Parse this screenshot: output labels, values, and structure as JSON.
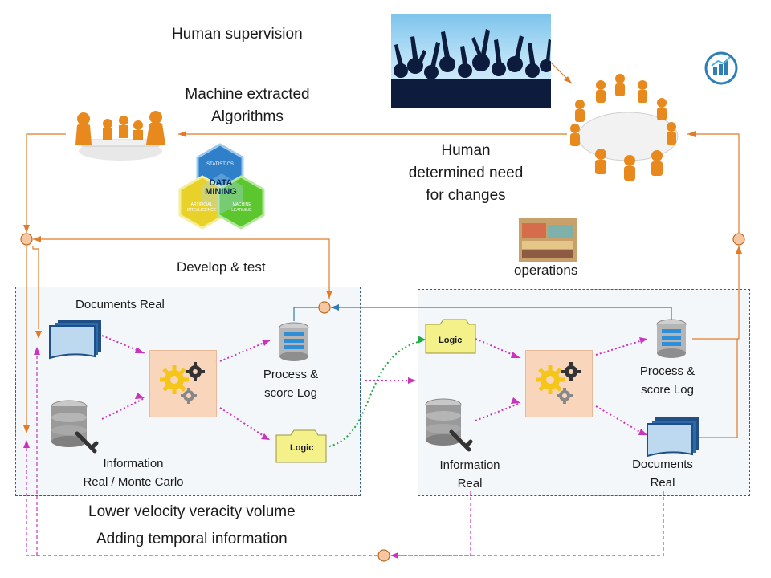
{
  "labels": {
    "human_supervision": "Human supervision",
    "machine_extracted_1": "Machine extracted",
    "machine_extracted_2": "Algorithms",
    "human_determined_1": "Human",
    "human_determined_2": "determined need",
    "human_determined_3": "for changes",
    "develop_test": "Develop & test",
    "operations": "operations",
    "lower_velocity": "Lower velocity veracity volume",
    "adding_temporal": "Adding temporal information"
  },
  "left_panel": {
    "documents_label": "Documents  Real",
    "process_label_1": "Process &",
    "process_label_2": "score Log",
    "logic_label": "Logic",
    "information_label_1": "Information",
    "information_label_2": "Real / Monte Carlo"
  },
  "right_panel": {
    "logic_label": "Logic",
    "process_label_1": "Process &",
    "process_label_2": "score Log",
    "information_label_1": "Information",
    "information_label_2": "Real",
    "documents_label_1": "Documents",
    "documents_label_2": "Real"
  },
  "data_mining_badge": {
    "top": "STATISTICS",
    "center_1": "DATA",
    "center_2": "MINING",
    "left_1": "ARTIFICIAL",
    "left_2": "INTELLIGENCE",
    "right_1": "MACHINE",
    "right_2": "LEARNING"
  },
  "colors": {
    "orange_flow": "#e07b28",
    "magenta_flow": "#cc33bb",
    "green_flow": "#22aa44",
    "blue_flow": "#2e7ab8",
    "panel_border": "#2e5f86",
    "gear_box": "#f9d5bb",
    "logic_folder": "#f4f08a"
  },
  "icons": [
    "chart-badge-icon",
    "database-icon",
    "gears-icon",
    "document-stack-icon",
    "folder-icon",
    "crowd-photo",
    "meeting-figures",
    "data-mining-hexagons",
    "money-stack-photo"
  ]
}
